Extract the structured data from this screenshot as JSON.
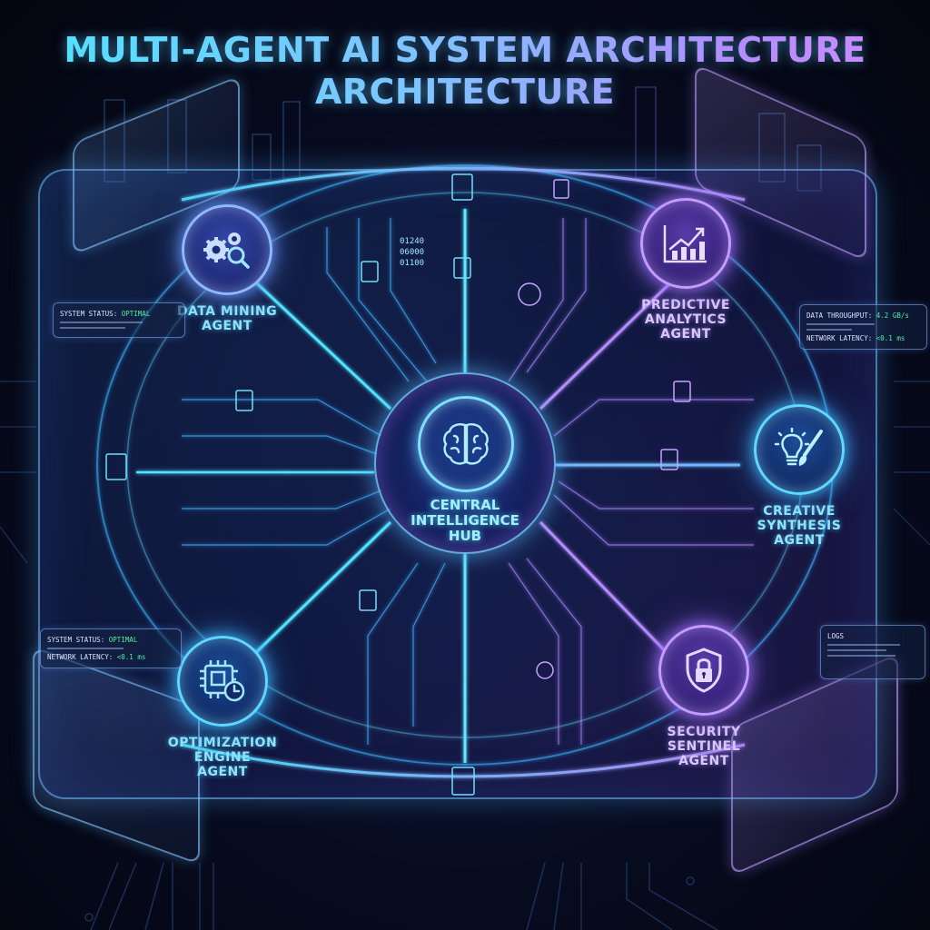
{
  "title": {
    "line1": "MULTI-AGENT AI SYSTEM ARCHITECTURE",
    "line2": "ARCHITECTURE"
  },
  "hub": {
    "icon": "brain-icon",
    "label_lines": [
      "CENTRAL",
      "INTELLIGENCE",
      "HUB"
    ]
  },
  "agents": [
    {
      "id": "data-mining",
      "icon": "gears-magnifier-icon",
      "label_lines": [
        "DATA MINING",
        "AGENT"
      ],
      "accent": "#5fd8ff"
    },
    {
      "id": "predictive-analytics",
      "icon": "bar-chart-trend-icon",
      "label_lines": [
        "PREDICTIVE",
        "ANALYTICS",
        "AGENT"
      ],
      "accent": "#c49bff"
    },
    {
      "id": "creative-synthesis",
      "icon": "lightbulb-paintbrush-icon",
      "label_lines": [
        "CREATIVE",
        "SYNTHESIS",
        "AGENT"
      ],
      "accent": "#5fd8ff"
    },
    {
      "id": "optimization-engine",
      "icon": "chip-stopwatch-icon",
      "label_lines": [
        "OPTIMIZATION",
        "ENGINE",
        "AGENT"
      ],
      "accent": "#5fd8ff"
    },
    {
      "id": "security-sentinel",
      "icon": "shield-lock-icon",
      "label_lines": [
        "SECURITY",
        "SENTINEL",
        "AGENT"
      ],
      "accent": "#c49bff"
    }
  ],
  "status_panels": {
    "top_left": {
      "line1_label": "SYSTEM STATUS:",
      "line1_value": "OPTIMAL"
    },
    "top_right": {
      "line1_label": "DATA THROUGHPUT:",
      "line1_value": "4.2 GB/s",
      "line2_label": "NETWORK LATENCY:",
      "line2_value": "<0.1 ms"
    },
    "bottom_left": {
      "line1_label": "SYSTEM STATUS:",
      "line1_value": "OPTIMAL",
      "line2_label": "NETWORK LATENCY:",
      "line2_value": "<0.1 ms"
    },
    "bottom_right": {
      "line1_label": "LOGS"
    }
  },
  "decor": {
    "binary_text": [
      "01240",
      "06000",
      "01100"
    ],
    "colors": {
      "cyan": "#4fe3ff",
      "purple": "#b58cff",
      "background": "#070b1e",
      "status_ok": "#4df0a0"
    }
  }
}
